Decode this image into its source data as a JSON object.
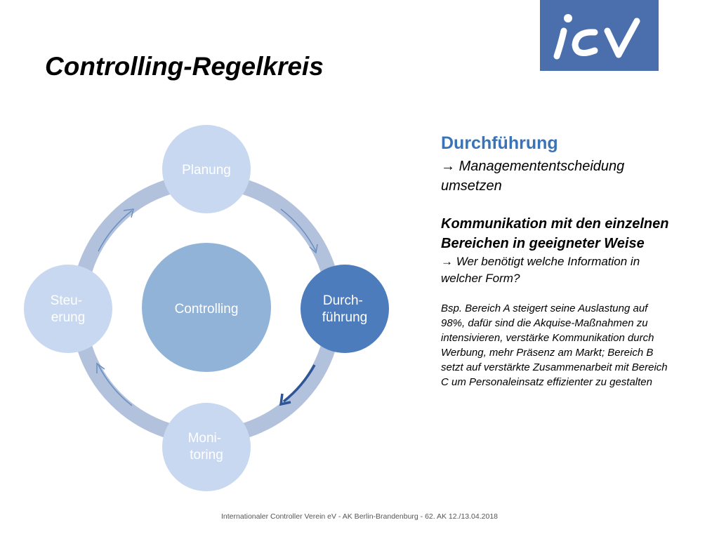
{
  "title": "Controlling-Regelkreis",
  "logo": {
    "text": "icv",
    "bg_color": "#4a6fac"
  },
  "cycle": {
    "center": "Controlling",
    "nodes": {
      "top": [
        "Planung"
      ],
      "right": [
        "Durch-",
        "führung"
      ],
      "bottom": [
        "Moni-",
        "toring"
      ],
      "left": [
        "Steu-",
        "erung"
      ]
    },
    "colors": {
      "ring": "#b2c1dc",
      "node_light": "#c7d8f0",
      "node_active": "#4d7cbc",
      "center": "#92b3d8",
      "arrow": "#6a8fc0",
      "arrow_active": "#2f5597"
    }
  },
  "panel": {
    "heading": "Durchführung",
    "arrow_glyph": "→",
    "line1": "Managemententscheidung umsetzen",
    "bold_title": "Kommunikation mit den einzelnen Bereichen in geeigneter Weise",
    "line2": "Wer benötigt welche Information in welcher Form?",
    "example": "Bsp. Bereich A steigert seine Auslastung auf 98%, dafür sind die Akquise-Maßnahmen zu intensivieren, verstärke Kommunikation durch Werbung, mehr Präsenz am Markt; Bereich B setzt auf verstärkte Zusammenarbeit mit Bereich C um Personaleinsatz effizienter zu gestalten"
  },
  "footer": "Internationaler Controller Verein eV - AK Berlin-Brandenburg - 62. AK 12./13.04.2018"
}
